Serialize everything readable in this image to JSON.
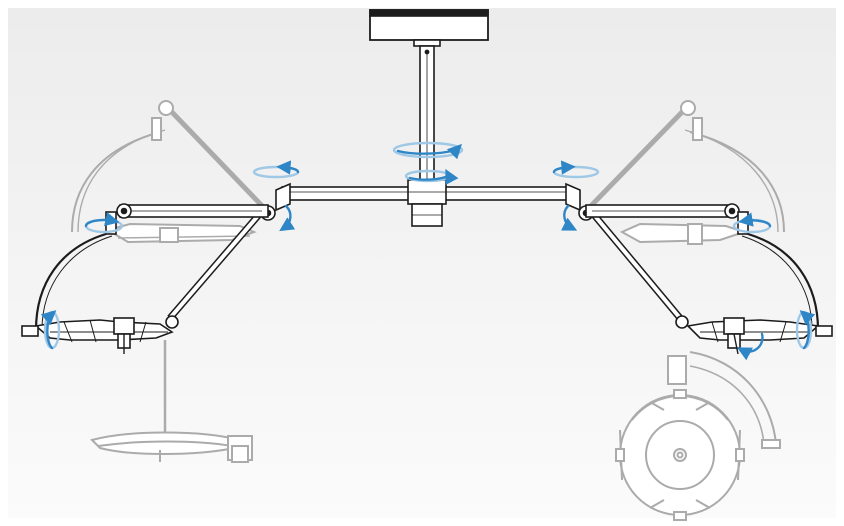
{
  "colors": {
    "background_top": "#ececec",
    "background_bottom": "#fafafa",
    "frame": "#1c1c1c",
    "ghost": "#a9a9a9",
    "rotation_arrow": "#2f86c6",
    "rotation_arrow_light": "#9fc8e6"
  },
  "icons": [
    "rotation-arrow-icon",
    "pivot-joint-icon"
  ],
  "parts": [
    "ceiling-mount",
    "central-column",
    "horizontal-arm",
    "spring-arm-left",
    "spring-arm-right",
    "lamp-head-left",
    "lamp-head-right",
    "lamp-head-ghost-lowered",
    "lamp-head-ghost-rotated"
  ]
}
